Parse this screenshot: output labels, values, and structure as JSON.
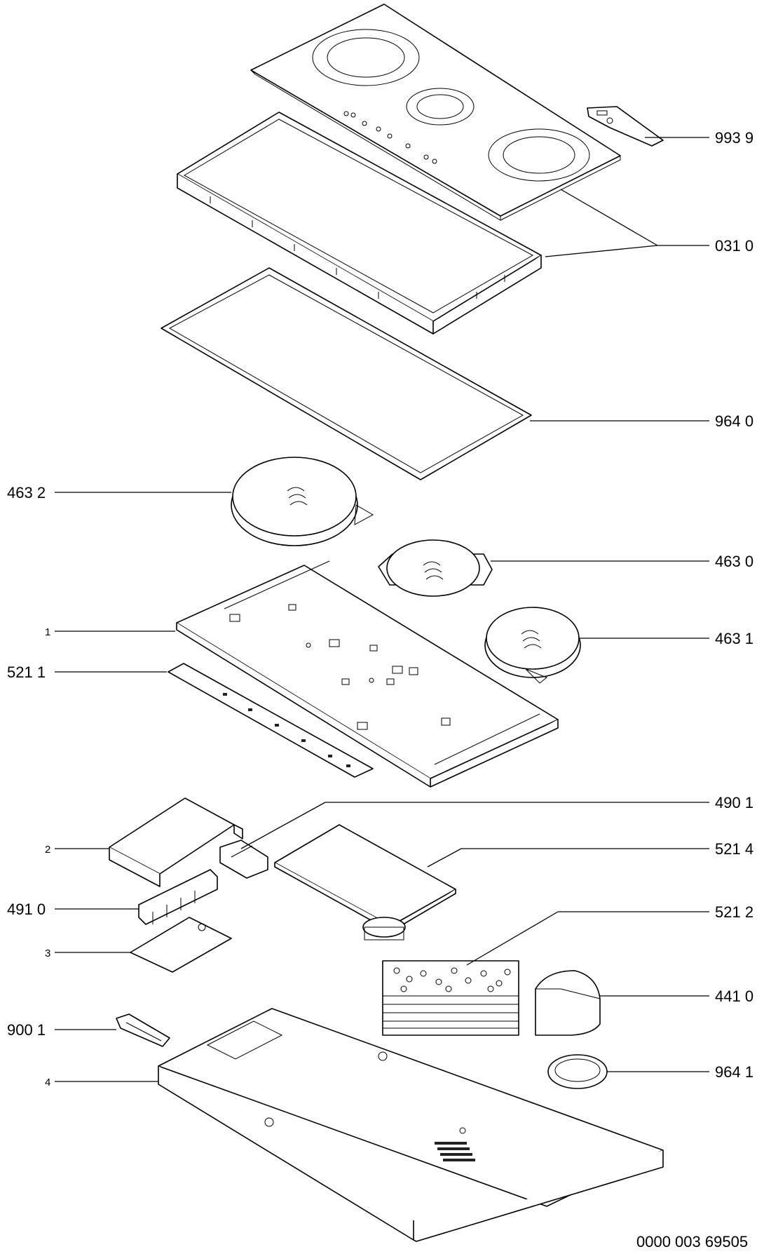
{
  "callouts": [
    {
      "id": "c9939",
      "text": "993 9"
    },
    {
      "id": "c0310",
      "text": "031 0"
    },
    {
      "id": "c9640",
      "text": "964 0"
    },
    {
      "id": "c4632",
      "text": "463 2"
    },
    {
      "id": "c4630",
      "text": "463 0"
    },
    {
      "id": "c1",
      "text": "1"
    },
    {
      "id": "c4631",
      "text": "463 1"
    },
    {
      "id": "c5211",
      "text": "521 1"
    },
    {
      "id": "c4901",
      "text": "490 1"
    },
    {
      "id": "c2",
      "text": "2"
    },
    {
      "id": "c5214",
      "text": "521 4"
    },
    {
      "id": "c4910",
      "text": "491 0"
    },
    {
      "id": "c5212",
      "text": "521 2"
    },
    {
      "id": "c3",
      "text": "3"
    },
    {
      "id": "c4410",
      "text": "441 0"
    },
    {
      "id": "c9001",
      "text": "900 1"
    },
    {
      "id": "c9641",
      "text": "964 1"
    },
    {
      "id": "c4",
      "text": "4"
    }
  ],
  "reference_number": "0000 003 69505"
}
